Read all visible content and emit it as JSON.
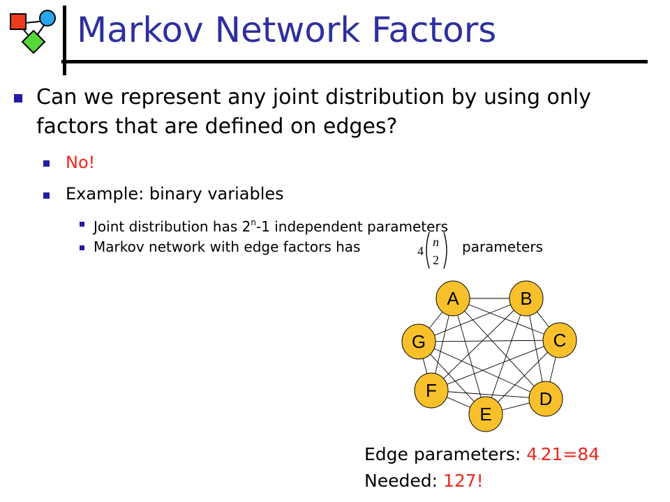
{
  "title": "Markov Network Factors",
  "bullets": {
    "question_line1": "Can we represent any joint distribution by using only",
    "question_line2": "factors that are defined on edges?",
    "no": "No!",
    "example": "Example: binary variables",
    "joint_prefix": "Joint distribution has 2",
    "joint_sup": "n",
    "joint_suffix": "-1 independent parameters",
    "markov_prefix": "Markov network with edge factors has",
    "markov_suffix": "parameters"
  },
  "formula": {
    "coefficient": "4",
    "top": "n",
    "bottom": "2"
  },
  "graph": {
    "node_color": "#f8c12c",
    "nodes": [
      "A",
      "B",
      "C",
      "D",
      "E",
      "F",
      "G"
    ]
  },
  "results": {
    "edge_label": "Edge parameters:",
    "edge_value_4": "4",
    "edge_dot": "·",
    "edge_value_rest": "21=84",
    "needed_label": "Needed:",
    "needed_value": "127!"
  },
  "colors": {
    "title": "#2e2f9e",
    "bullet": "#1f1ca6",
    "highlight": "#e8281e"
  }
}
